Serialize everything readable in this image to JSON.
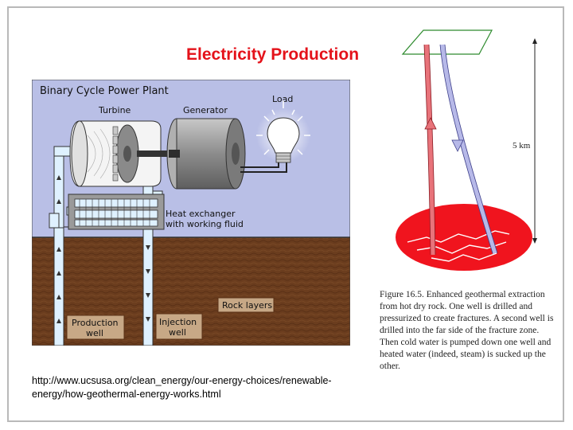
{
  "slide": {
    "title": "Electricity Production",
    "source_url": "http://www.ucsusa.org/clean_energy/our-energy-choices/renewable-energy/how-geothermal-energy-works.html"
  },
  "plant_diagram": {
    "heading": "Binary Cycle Power Plant",
    "labels": {
      "turbine": "Turbine",
      "generator": "Generator",
      "load": "Load",
      "heat_exchanger_line1": "Heat exchanger",
      "heat_exchanger_line2": "with working fluid",
      "rock_layers": "Rock layers",
      "production_well_line1": "Production",
      "production_well_line2": "well",
      "injection_well_line1": "Injection",
      "injection_well_line2": "well"
    },
    "colors": {
      "sky": "#b9bfe6",
      "soil": "#6b3d1e",
      "pipe": "#dff1ff",
      "machine": "#9a9a9a"
    }
  },
  "geothermal_figure": {
    "depth_label": "5 km",
    "caption_number": "Figure 16.5.",
    "caption_text": "Enhanced geothermal extraction from hot dry rock. One well is drilled and pressurized to create fractures. A second well is drilled into the far side of the fracture zone. Then cold water is pumped down one well and heated water (indeed, steam) is sucked up the other.",
    "colors": {
      "hot_zone": "#f0141e",
      "hot_well": "#e8737a",
      "cold_well": "#b7b9e8",
      "surface": "#2e8b2e"
    }
  }
}
